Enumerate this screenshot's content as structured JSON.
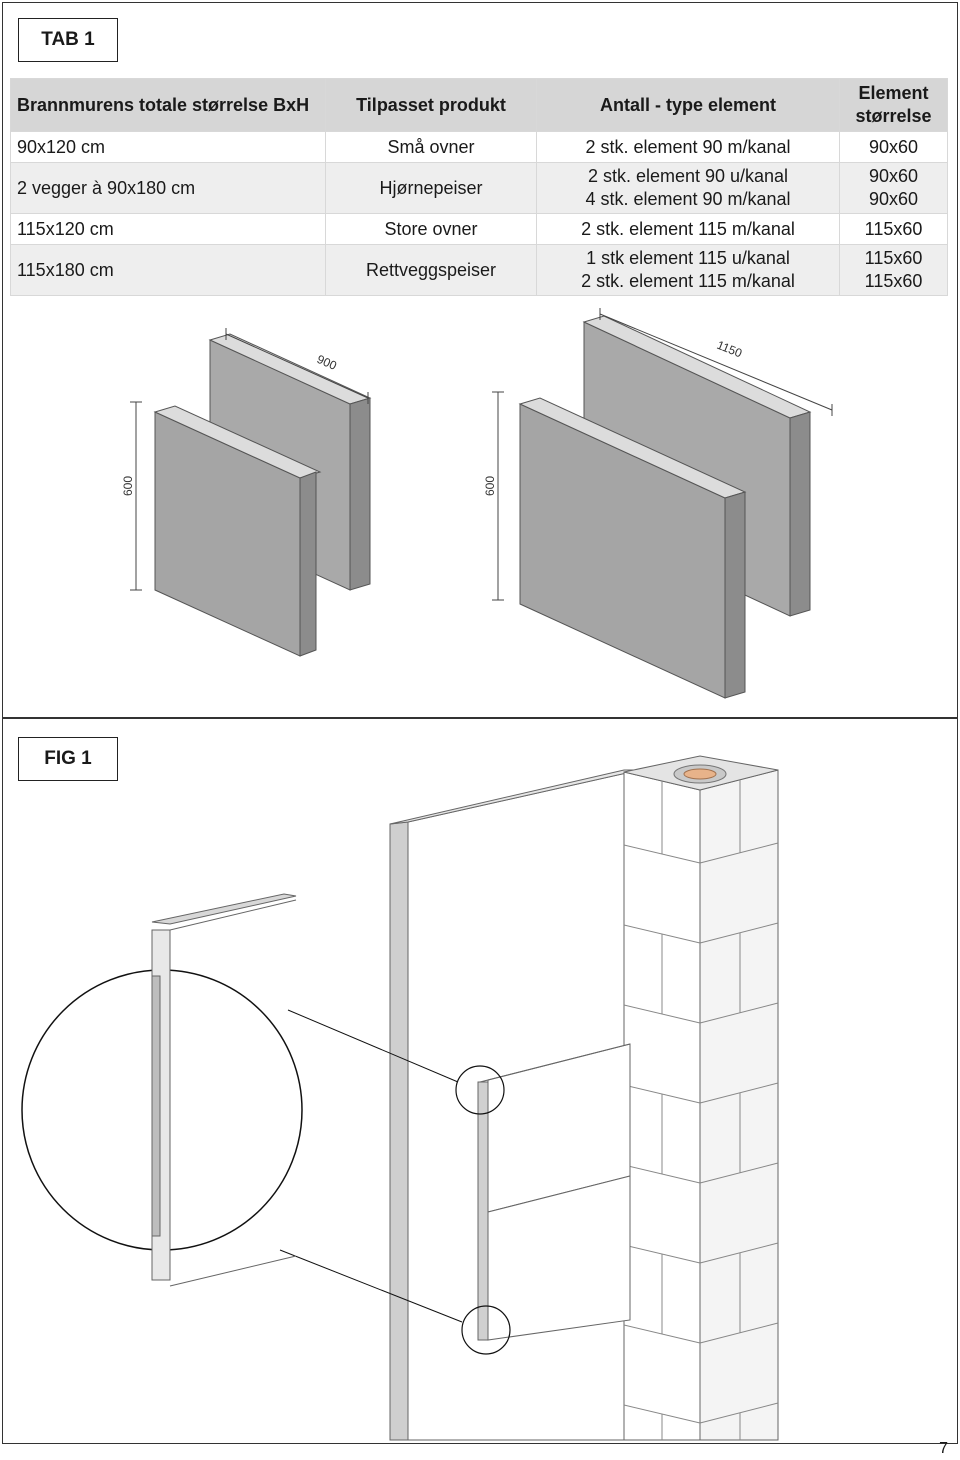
{
  "tab_label": "TAB 1",
  "fig_label": "FIG 1",
  "table": {
    "headers": {
      "col1": "Brannmurens totale størrelse BxH",
      "col2": "Tilpasset produkt",
      "col3": "Antall - type element",
      "col4": "Element størrelse"
    },
    "rows": [
      {
        "size": "90x120 cm",
        "product": "Små ovner",
        "elements": [
          "2 stk. element 90 m/kanal"
        ],
        "element_size": [
          "90x60"
        ]
      },
      {
        "size": "2 vegger à 90x180 cm",
        "product": "Hjørnepeiser",
        "elements": [
          "2 stk. element 90 u/kanal",
          "4 stk. element 90 m/kanal"
        ],
        "element_size": [
          "90x60",
          "90x60"
        ]
      },
      {
        "size": "115x120 cm",
        "product": "Store ovner",
        "elements": [
          "2 stk. element 115 m/kanal"
        ],
        "element_size": [
          "115x60"
        ]
      },
      {
        "size": "115x180 cm",
        "product": "Rettveggspeiser",
        "elements": [
          "1 stk element 115 u/kanal",
          "2 stk. element 115 m/kanal"
        ],
        "element_size": [
          "115x60",
          "115x60"
        ]
      }
    ]
  },
  "dimensions": {
    "left_width": "900",
    "left_height": "600",
    "right_width": "1150",
    "right_height": "600"
  },
  "colors": {
    "panel_face": "#a9a9a9",
    "panel_edge": "#d9d9d9",
    "panel_side": "#8d8d8d",
    "table_header": "#d6d6d6",
    "table_shade": "#eeeeee"
  },
  "page_number": "7"
}
